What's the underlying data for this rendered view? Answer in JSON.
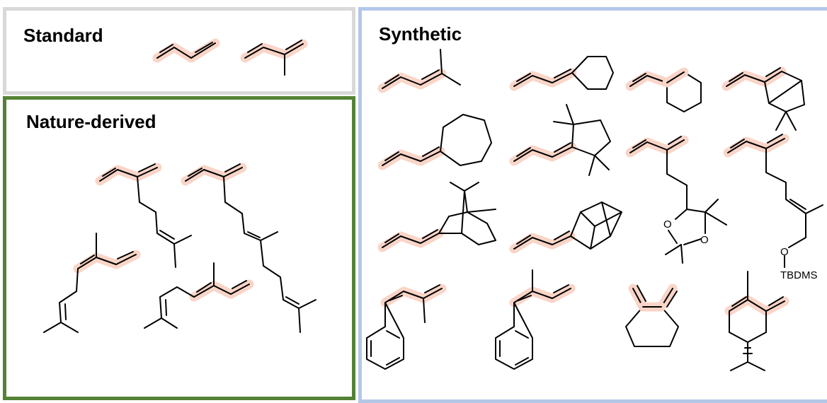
{
  "panels": {
    "standard": {
      "title": "Standard",
      "border_color": "#d9d9d9"
    },
    "nature": {
      "title": "Nature-derived",
      "border_color": "#548235"
    },
    "synthetic": {
      "title": "Synthetic",
      "border_color": "#b4c7e7"
    }
  },
  "highlight_color": "#f9d5c8",
  "atoms": {
    "oxygen": "O",
    "protecting_group": "TBDMS"
  }
}
